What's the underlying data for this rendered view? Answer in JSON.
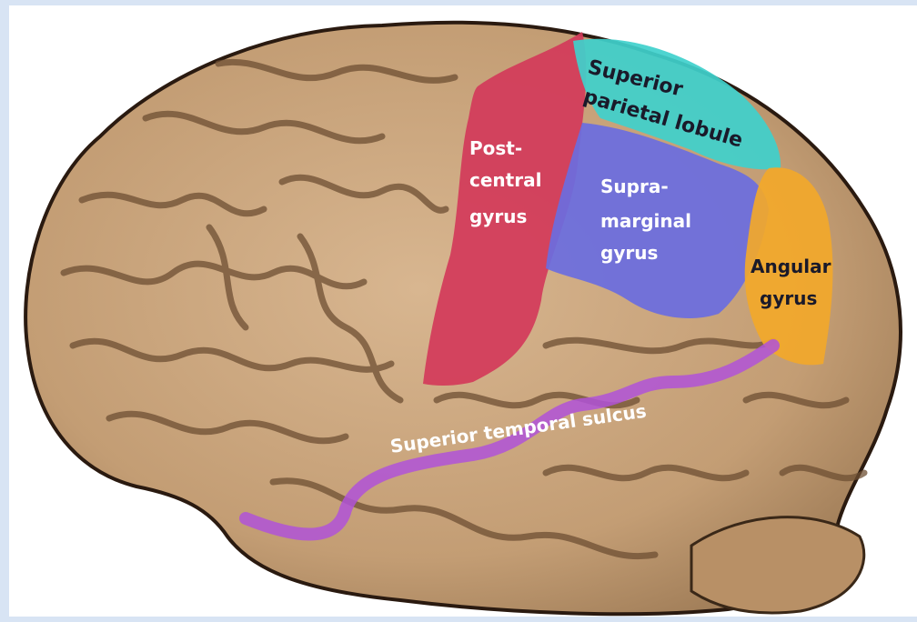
{
  "image": {
    "subject": "lateral-view-of-brain-parietal-regions"
  },
  "labels": {
    "superior_parietal": [
      "Superior",
      "parietal lobule"
    ],
    "postcentral": [
      "Post-",
      "central",
      "gyrus"
    ],
    "supramarginal": [
      "Supra-",
      "marginal",
      "gyrus"
    ],
    "angular": [
      "Angular",
      "gyrus"
    ],
    "sts": "Superior temporal sulcus"
  },
  "colors": {
    "brain_tissue": "#c8a47c",
    "sulcus_shadow": "#7a5a3c",
    "postcentral": "#d23a5a",
    "superior_parietal": "#3fd0cc",
    "supramarginal": "#6a6ce0",
    "angular": "#f2a82a",
    "sts": "#b052d8",
    "label_white": "#ffffff",
    "label_dark": "#1a1a2a"
  }
}
